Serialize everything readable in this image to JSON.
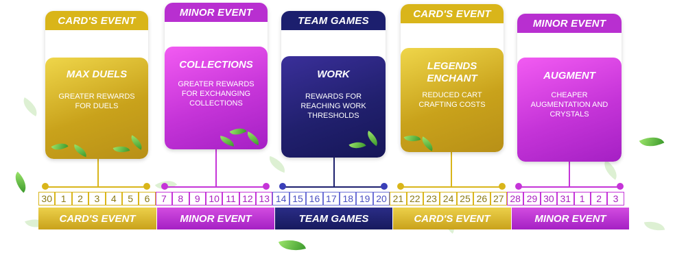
{
  "cards": [
    {
      "tab": "CARD'S EVENT",
      "title": "MAX DUELS",
      "desc": "GREATER REWARDS FOR DUELS"
    },
    {
      "tab": "MINOR EVENT",
      "title": "COLLECTIONS",
      "desc": "GREATER REWARDS FOR EXCHANGING COLLECTIONS"
    },
    {
      "tab": "TEAM GAMES",
      "title": "WORK",
      "desc": "REWARDS FOR REACHING WORK THRESHOLDS"
    },
    {
      "tab": "CARD'S EVENT",
      "title": "LEGENDS ENCHANT",
      "desc": "REDUCED CART CRAFTING COSTS"
    },
    {
      "tab": "MINOR EVENT",
      "title": "AUGMENT",
      "desc": "CHEAPER AUGMENTATION AND CRYSTALS"
    }
  ],
  "days": [
    "30",
    "1",
    "2",
    "3",
    "4",
    "5",
    "6",
    "7",
    "8",
    "9",
    "10",
    "11",
    "12",
    "13",
    "14",
    "15",
    "16",
    "17",
    "18",
    "19",
    "20",
    "21",
    "22",
    "23",
    "24",
    "25",
    "26",
    "27",
    "28",
    "29",
    "30",
    "31",
    "1",
    "2",
    "3"
  ],
  "bands": [
    "CARD'S EVENT",
    "MINOR EVENT",
    "TEAM GAMES",
    "CARD'S EVENT",
    "MINOR EVENT"
  ],
  "colors": {
    "gold": "#d9b51a",
    "pink": "#c534d8",
    "navy": "#1c1f6e",
    "leaf": "#3c9a2c"
  }
}
